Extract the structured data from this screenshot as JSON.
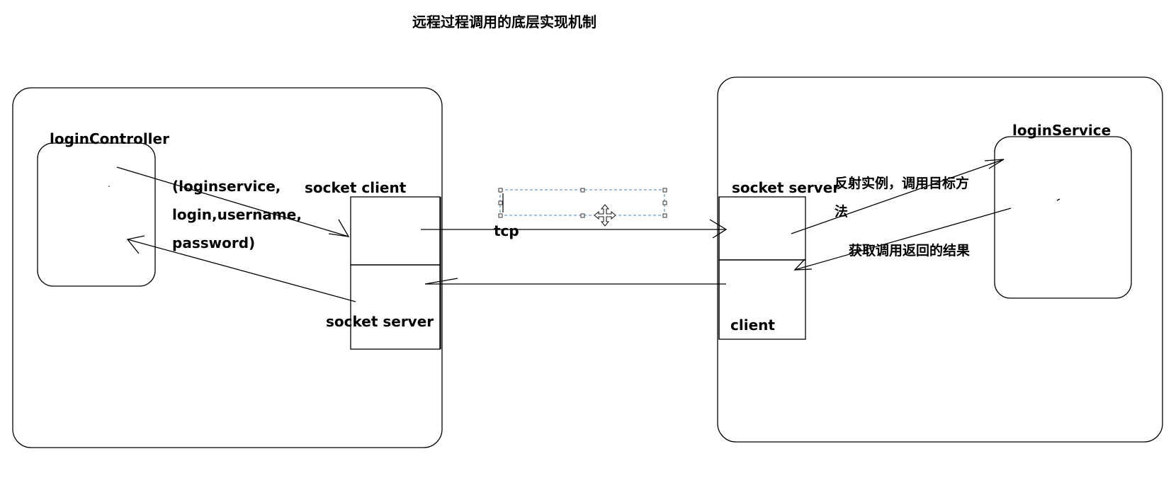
{
  "title": "远程过程调用的底层实现机制",
  "left_side": {
    "controller_label": "loginController",
    "params_lines": [
      "(loginservice,",
      "login,username,",
      "password)"
    ],
    "socket_client_label": "socket client",
    "socket_server_label": "socket server"
  },
  "middle": {
    "protocol_label": "tcp"
  },
  "right_side": {
    "socket_server_label": "socket server",
    "client_label": "client",
    "service_label": "loginService",
    "reflect_lines": [
      "反射实例，调用目标方",
      "法"
    ],
    "result_label": "获取调用返回的结果"
  },
  "icons": {
    "selection": "move-icon"
  },
  "colors": {
    "stroke": "#000000",
    "selection": "#4a7ebb"
  }
}
